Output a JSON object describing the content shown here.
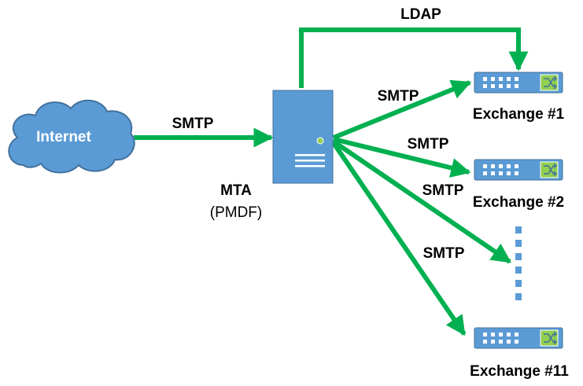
{
  "nodes": {
    "internet": {
      "label": "Internet"
    },
    "mta": {
      "label": "MTA",
      "sublabel": "(PMDF)"
    },
    "exchange_1": {
      "label": "Exchange #1"
    },
    "exchange_2": {
      "label": "Exchange #2"
    },
    "exchange_11": {
      "label": "Exchange #11"
    }
  },
  "edges": {
    "ldap": {
      "label": "LDAP"
    },
    "internet_to_mta": {
      "label": "SMTP"
    },
    "mta_to_exchange_1": {
      "label": "SMTP"
    },
    "mta_to_exchange_2": {
      "label": "SMTP"
    },
    "mta_to_ellipsis": {
      "label": "SMTP"
    },
    "mta_to_exchange_11": {
      "label": "SMTP"
    }
  },
  "colors": {
    "arrow": "#00b050",
    "node_fill": "#5b9bd5",
    "node_stroke": "#41719c",
    "text": "#000000",
    "switch_port": "#ffffff",
    "status_led": "#92d050"
  }
}
